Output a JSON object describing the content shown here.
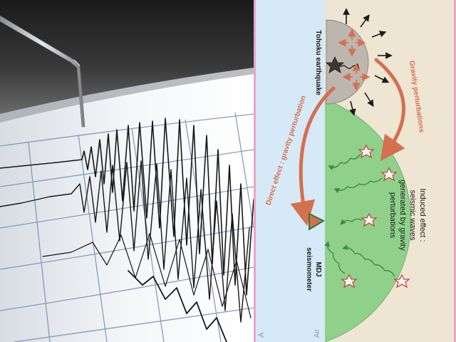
{
  "diagram": {
    "earthquake_label": "Tohoku earthquake",
    "direct_effect_label": "Direct effect : gravity perturbation",
    "gravity_perturbations_label": "Gravity perturbations",
    "induced_effect_label": "Induced effect :",
    "seismic_waves_label": "seismic waves",
    "generated_by_label": "generated by gravity",
    "perturbations_label": "perturbations",
    "station_name_label": "MDJ",
    "station_type_label": "seismometer",
    "air_label": "Air",
    "corner_label": "A"
  },
  "colors": {
    "air_bg": "#d6e9f6",
    "ground_bg": "#efe5d3",
    "induced_zone": "#8fd08a",
    "source_zone": "#bdb6ae",
    "arrow": "#d56f4f",
    "border": "#e7a7c4"
  },
  "icons": {
    "station": "triangle-station-icon",
    "source": "star-source-icon",
    "wave": "wavy-arrow-icon"
  }
}
